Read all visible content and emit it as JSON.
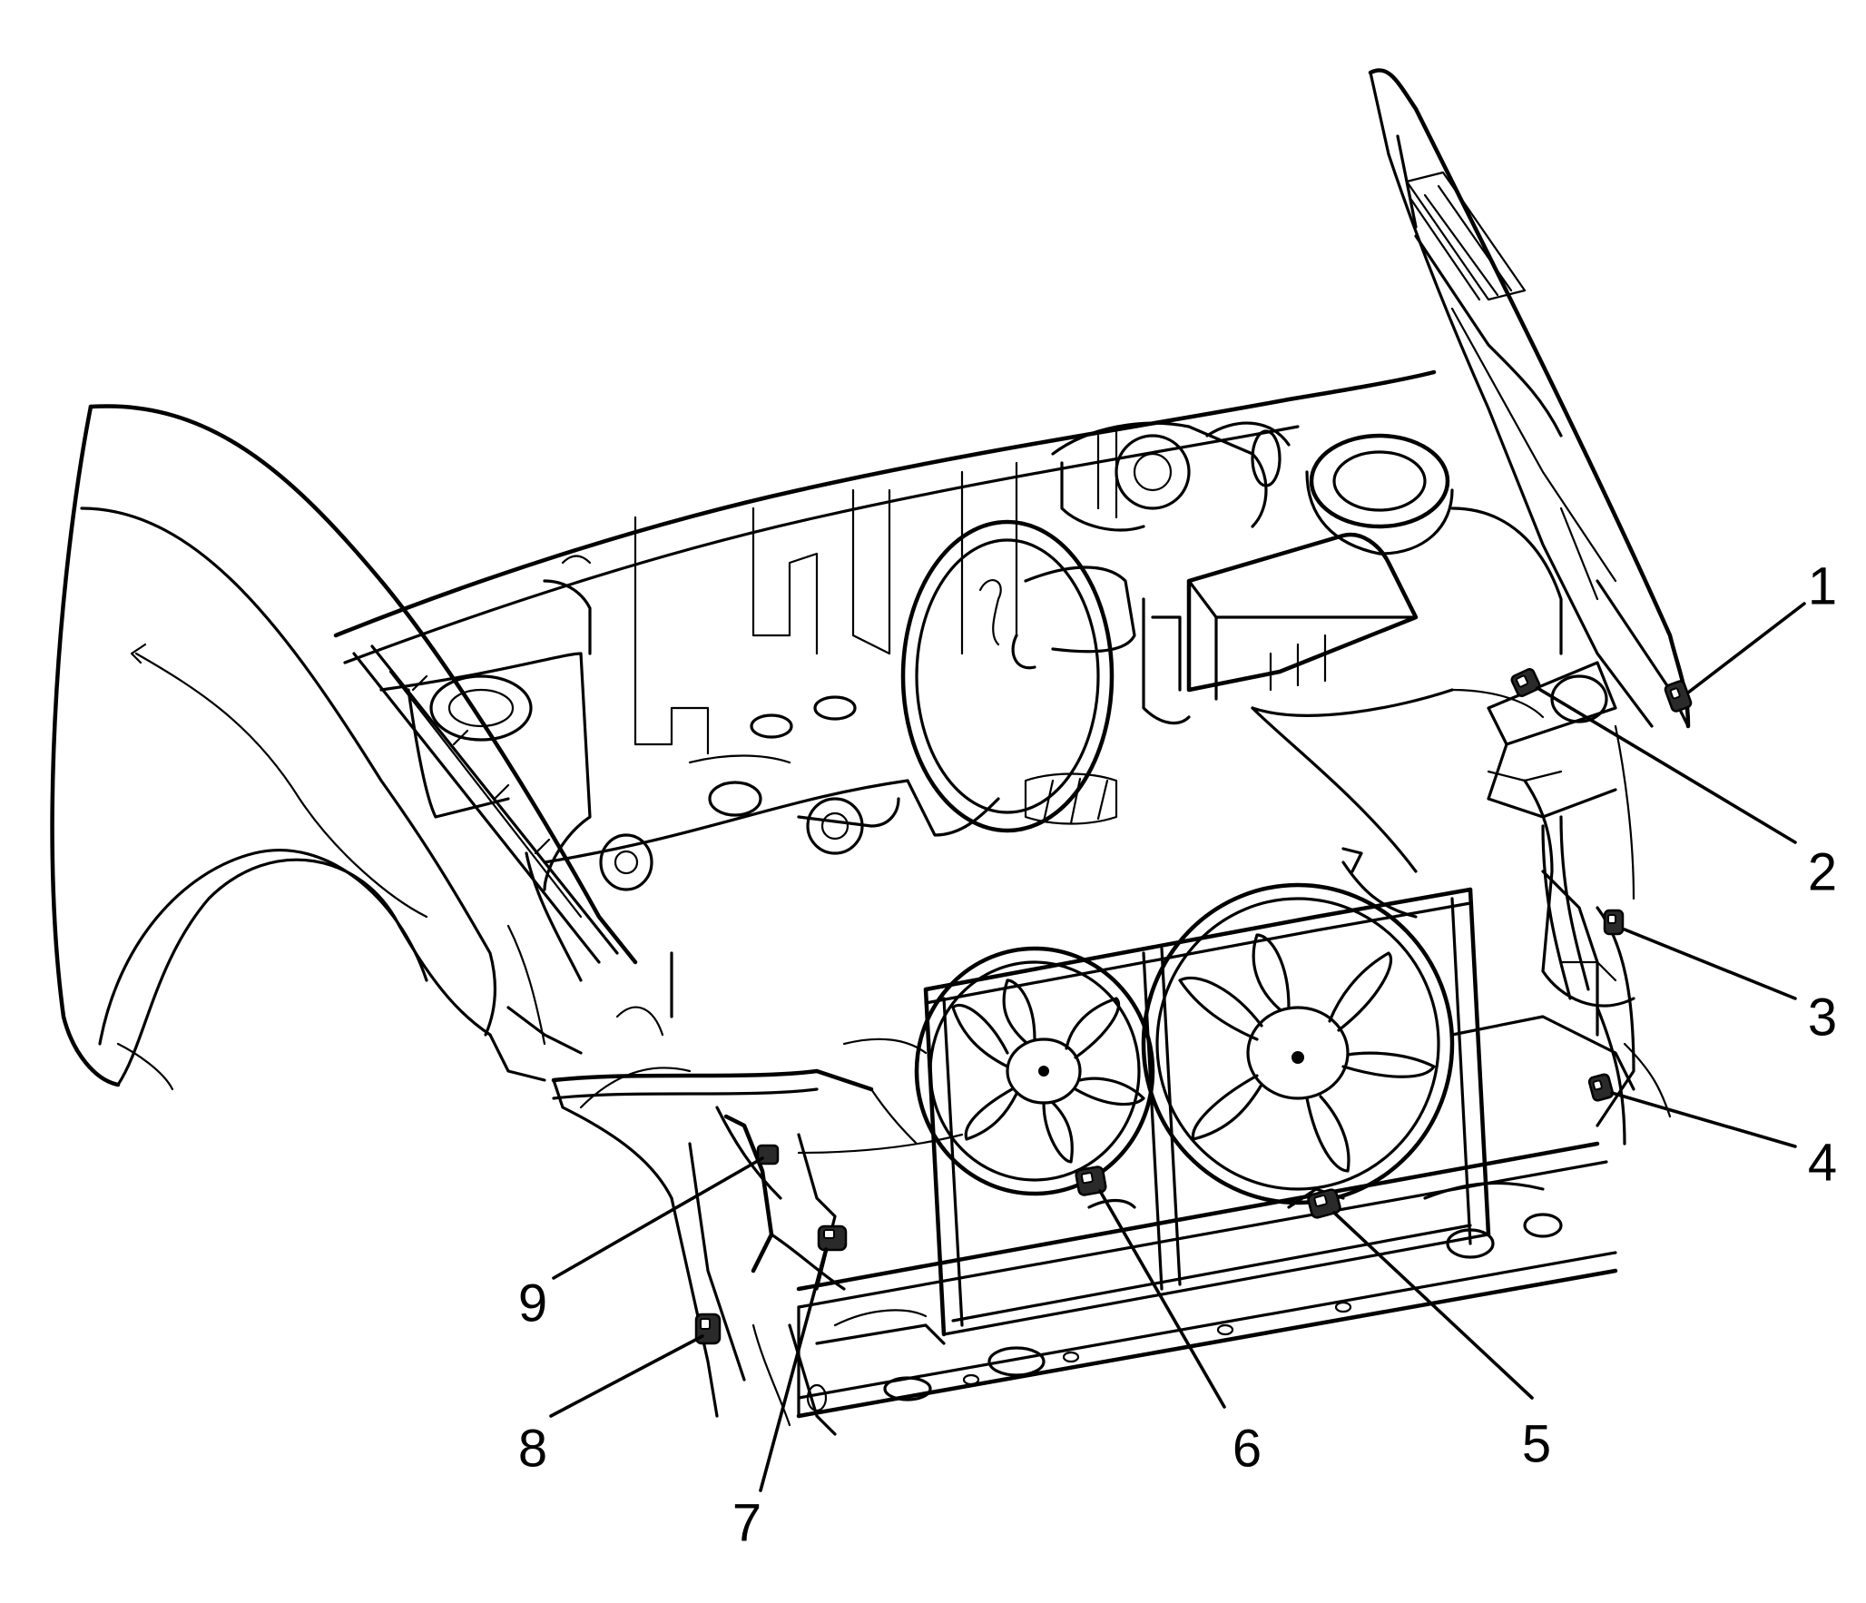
{
  "diagram": {
    "callouts": [
      {
        "id": "1",
        "label": "1",
        "component": "connector-hood-right"
      },
      {
        "id": "2",
        "label": "2",
        "component": "connector-strut-tower-right"
      },
      {
        "id": "3",
        "label": "3",
        "component": "connector-fender-apron-right"
      },
      {
        "id": "4",
        "label": "4",
        "component": "connector-headlamp-right"
      },
      {
        "id": "5",
        "label": "5",
        "component": "connector-cooling-fan-right"
      },
      {
        "id": "6",
        "label": "6",
        "component": "connector-cooling-fan-left"
      },
      {
        "id": "7",
        "label": "7",
        "component": "connector-front-lower-left"
      },
      {
        "id": "8",
        "label": "8",
        "component": "connector-headlamp-left"
      },
      {
        "id": "9",
        "label": "9",
        "component": "connector-harness-left"
      }
    ]
  }
}
